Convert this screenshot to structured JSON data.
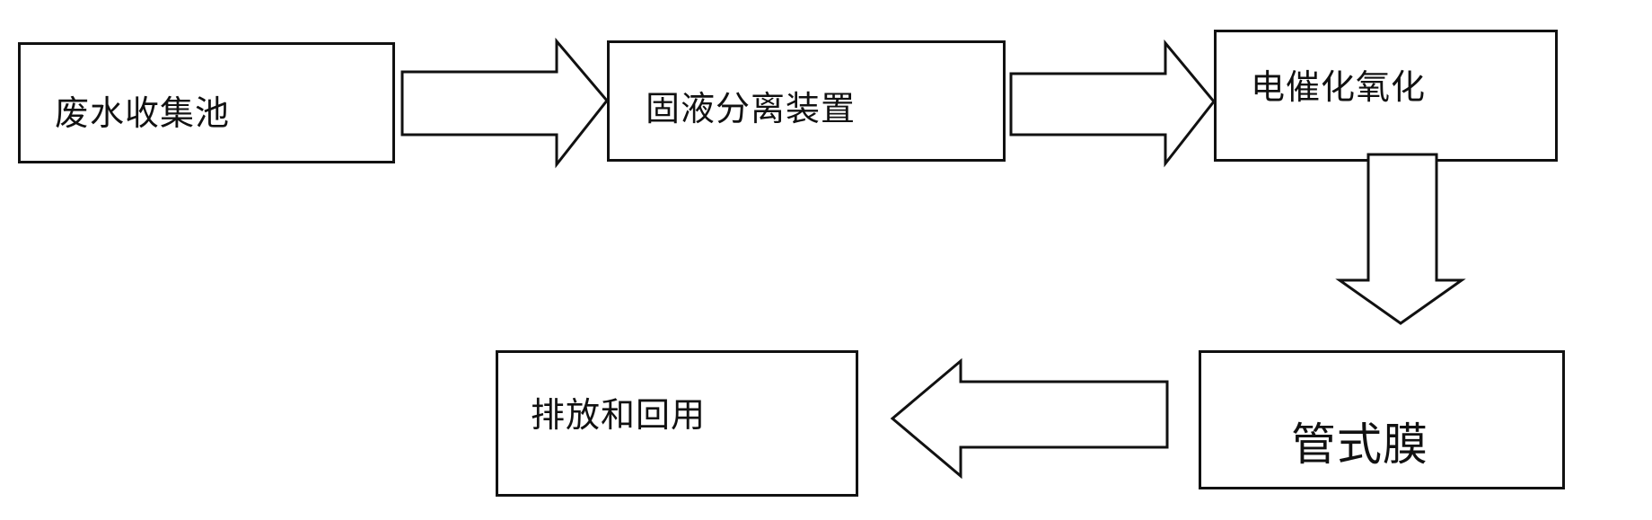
{
  "diagram": {
    "nodes": [
      {
        "id": "wastewater-collection",
        "label": "废水收集池"
      },
      {
        "id": "solid-liquid-separation",
        "label": "固液分离装置"
      },
      {
        "id": "electrocatalytic-oxidation",
        "label": "电催化氧化"
      },
      {
        "id": "tubular-membrane",
        "label": "管式膜"
      },
      {
        "id": "discharge-reuse",
        "label": "排放和回用"
      }
    ],
    "edges": [
      {
        "from": "wastewater-collection",
        "to": "solid-liquid-separation"
      },
      {
        "from": "solid-liquid-separation",
        "to": "electrocatalytic-oxidation"
      },
      {
        "from": "electrocatalytic-oxidation",
        "to": "tubular-membrane"
      },
      {
        "from": "tubular-membrane",
        "to": "discharge-reuse"
      }
    ]
  }
}
